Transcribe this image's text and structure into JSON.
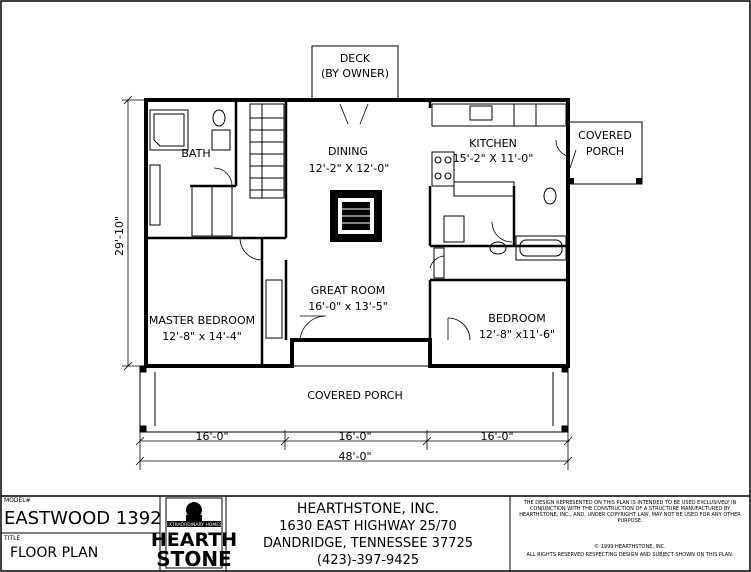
{
  "rooms": {
    "deck": {
      "name": "DECK",
      "note": "(BY OWNER)"
    },
    "covered_porch_side": {
      "line1": "COVERED",
      "line2": "PORCH"
    },
    "bath": {
      "name": "BATH"
    },
    "dining": {
      "name": "DINING",
      "size": "12'-2\" X 12'-0\""
    },
    "kitchen": {
      "name": "KITCHEN",
      "size": "15'-2\" X 11'-0\""
    },
    "great_room": {
      "name": "GREAT ROOM",
      "size": "16'-0\" x 13'-5\""
    },
    "master_bedroom": {
      "name": "MASTER BEDROOM",
      "size": "12'-8\" x 14'-4\""
    },
    "bedroom": {
      "name": "BEDROOM",
      "size": "12'-8\" x11'-6\""
    },
    "covered_porch_front": {
      "name": "COVERED PORCH"
    }
  },
  "dimensions": {
    "height": "29'-10\"",
    "seg1": "16'-0\"",
    "seg2": "16'-0\"",
    "seg3": "16'-0\"",
    "total": "48'-0\""
  },
  "title_block": {
    "model_label": "MODEL#",
    "model": "EASTWOOD 1392",
    "title_label": "TITLE",
    "title": "FLOOR PLAN",
    "logo_top": "EXTRAORDINARY HOMES",
    "logo_line1": "HEARTH",
    "logo_line2": "STONE",
    "company": "HEARTHSTONE, INC.",
    "address1": "1630 EAST HIGHWAY 25/70",
    "address2": "DANDRIDGE, TENNESSEE  37725",
    "phone": "(423)-397-9425",
    "disclaimer": "THE DESIGN REPRESENTED ON THIS PLAN IS INTENDED TO BE USED EXCLUSIVELY IN CONJUNCTION WITH THE CONSTRUCTION OF A STRUCTURE MANUFACTURED BY HEARTHSTONE, INC., AND, UNDER COPYRIGHT LAW, MAY NOT BE USED FOR ANY OTHER PURPOSE.",
    "copyright": "© 1999 HEARTHSTONE, INC.",
    "rights": "ALL RIGHTS RESERVED RESPECTING DESIGN AND SUBJECT SHOWN ON THIS PLAN."
  }
}
